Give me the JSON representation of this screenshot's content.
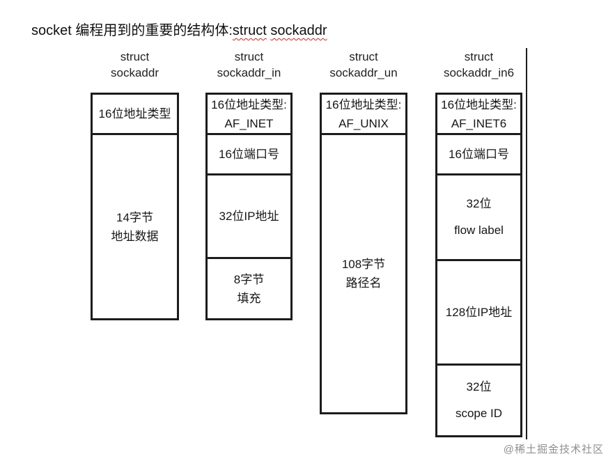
{
  "title": {
    "prefix": "socket 编程用到的重要的结构体:",
    "word1": "struct",
    "word2": "sockaddr"
  },
  "diagram": {
    "columns": [
      {
        "header": "struct\nsockaddr",
        "cells": [
          {
            "label": "16位地址类型"
          },
          {
            "label": "14字节\n地址数据"
          }
        ]
      },
      {
        "header": "struct\nsockaddr_in",
        "cells": [
          {
            "label": "16位地址类型:\nAF_INET"
          },
          {
            "label": "16位端口号"
          },
          {
            "label": "32位IP地址"
          },
          {
            "label": "8字节\n填充"
          }
        ]
      },
      {
        "header": "struct\nsockaddr_un",
        "cells": [
          {
            "label": "16位地址类型:\nAF_UNIX"
          },
          {
            "label": "108字节\n路径名"
          }
        ]
      },
      {
        "header": "struct\nsockaddr_in6",
        "cells": [
          {
            "label": "16位地址类型:\nAF_INET6"
          },
          {
            "label": "16位端口号"
          },
          {
            "label": "32位\nflow label"
          },
          {
            "label": "128位IP地址"
          },
          {
            "label": "32位\nscope ID"
          }
        ]
      }
    ]
  },
  "colors": {
    "border": "#1c1c1c",
    "text": "#161616",
    "underline": "#cc2222",
    "watermark": "#8f8f8f"
  },
  "watermark": "@稀土掘金技术社区"
}
